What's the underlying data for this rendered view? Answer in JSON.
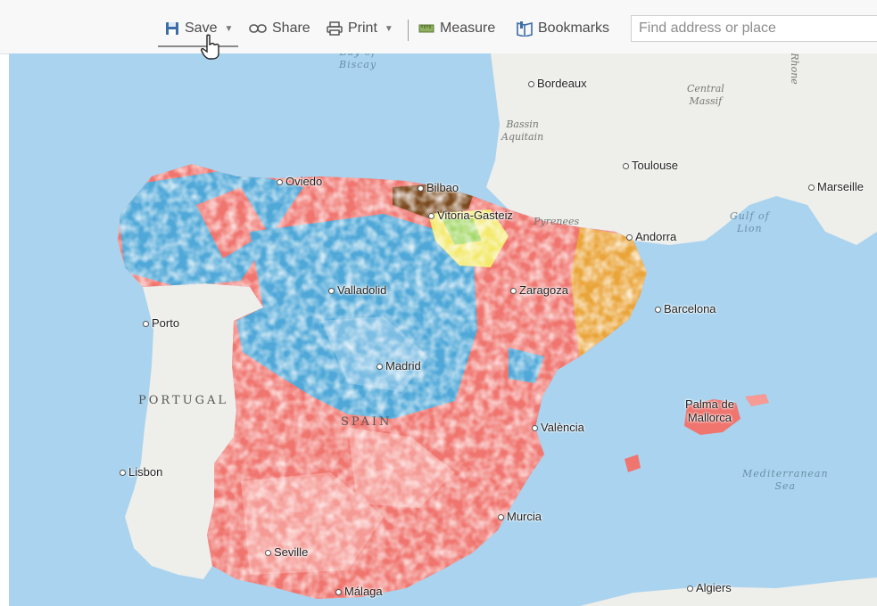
{
  "toolbar": {
    "save": {
      "label": "Save",
      "icon": "floppy-disk-icon"
    },
    "share": {
      "label": "Share",
      "icon": "link-icon"
    },
    "print": {
      "label": "Print",
      "icon": "printer-icon"
    },
    "measure": {
      "label": "Measure",
      "icon": "ruler-icon"
    },
    "bookmarks": {
      "label": "Bookmarks",
      "icon": "bookmark-book-icon"
    },
    "search": {
      "placeholder": "Find address or place",
      "value": ""
    }
  },
  "map": {
    "cities": {
      "bordeaux": "Bordeaux",
      "toulouse": "Toulouse",
      "marseille": "Marseille",
      "oviedo": "Oviedo",
      "bilbao": "Bilbao",
      "vitoria": "Vitoria-Gasteiz",
      "andorra": "Andorra",
      "valladolid": "Valladolid",
      "zaragoza": "Zaragoza",
      "barcelona": "Barcelona",
      "porto": "Porto",
      "madrid": "Madrid",
      "palma": "Palma de\nMallorca",
      "valencia": "València",
      "lisbon": "Lisbon",
      "murcia": "Murcia",
      "seville": "Seville",
      "malaga": "Málaga",
      "algiers": "Algiers"
    },
    "countries": {
      "portugal": "PORTUGAL",
      "spain": "SPAIN"
    },
    "regions": {
      "central_massif": "Central\nMassif",
      "bassin_aquitain": "Bassin\nAquitain",
      "pyrenees": "Pyrenees",
      "rhone": "Rhone"
    },
    "water": {
      "biscay": "Bay of\nBiscay",
      "gulf_of_lion": "Gulf of\nLion",
      "mediterranean": "Mediterranean\nSea"
    },
    "colors": {
      "sea": "#a9d3ee",
      "land": "#eeeeea",
      "red_party": "#f0756f",
      "blue_party": "#4fa8d8",
      "orange_party": "#eaa53a",
      "green_party": "#a6d96a",
      "brown_party": "#7b4a1e",
      "yellow_party": "#f3e96a"
    }
  }
}
